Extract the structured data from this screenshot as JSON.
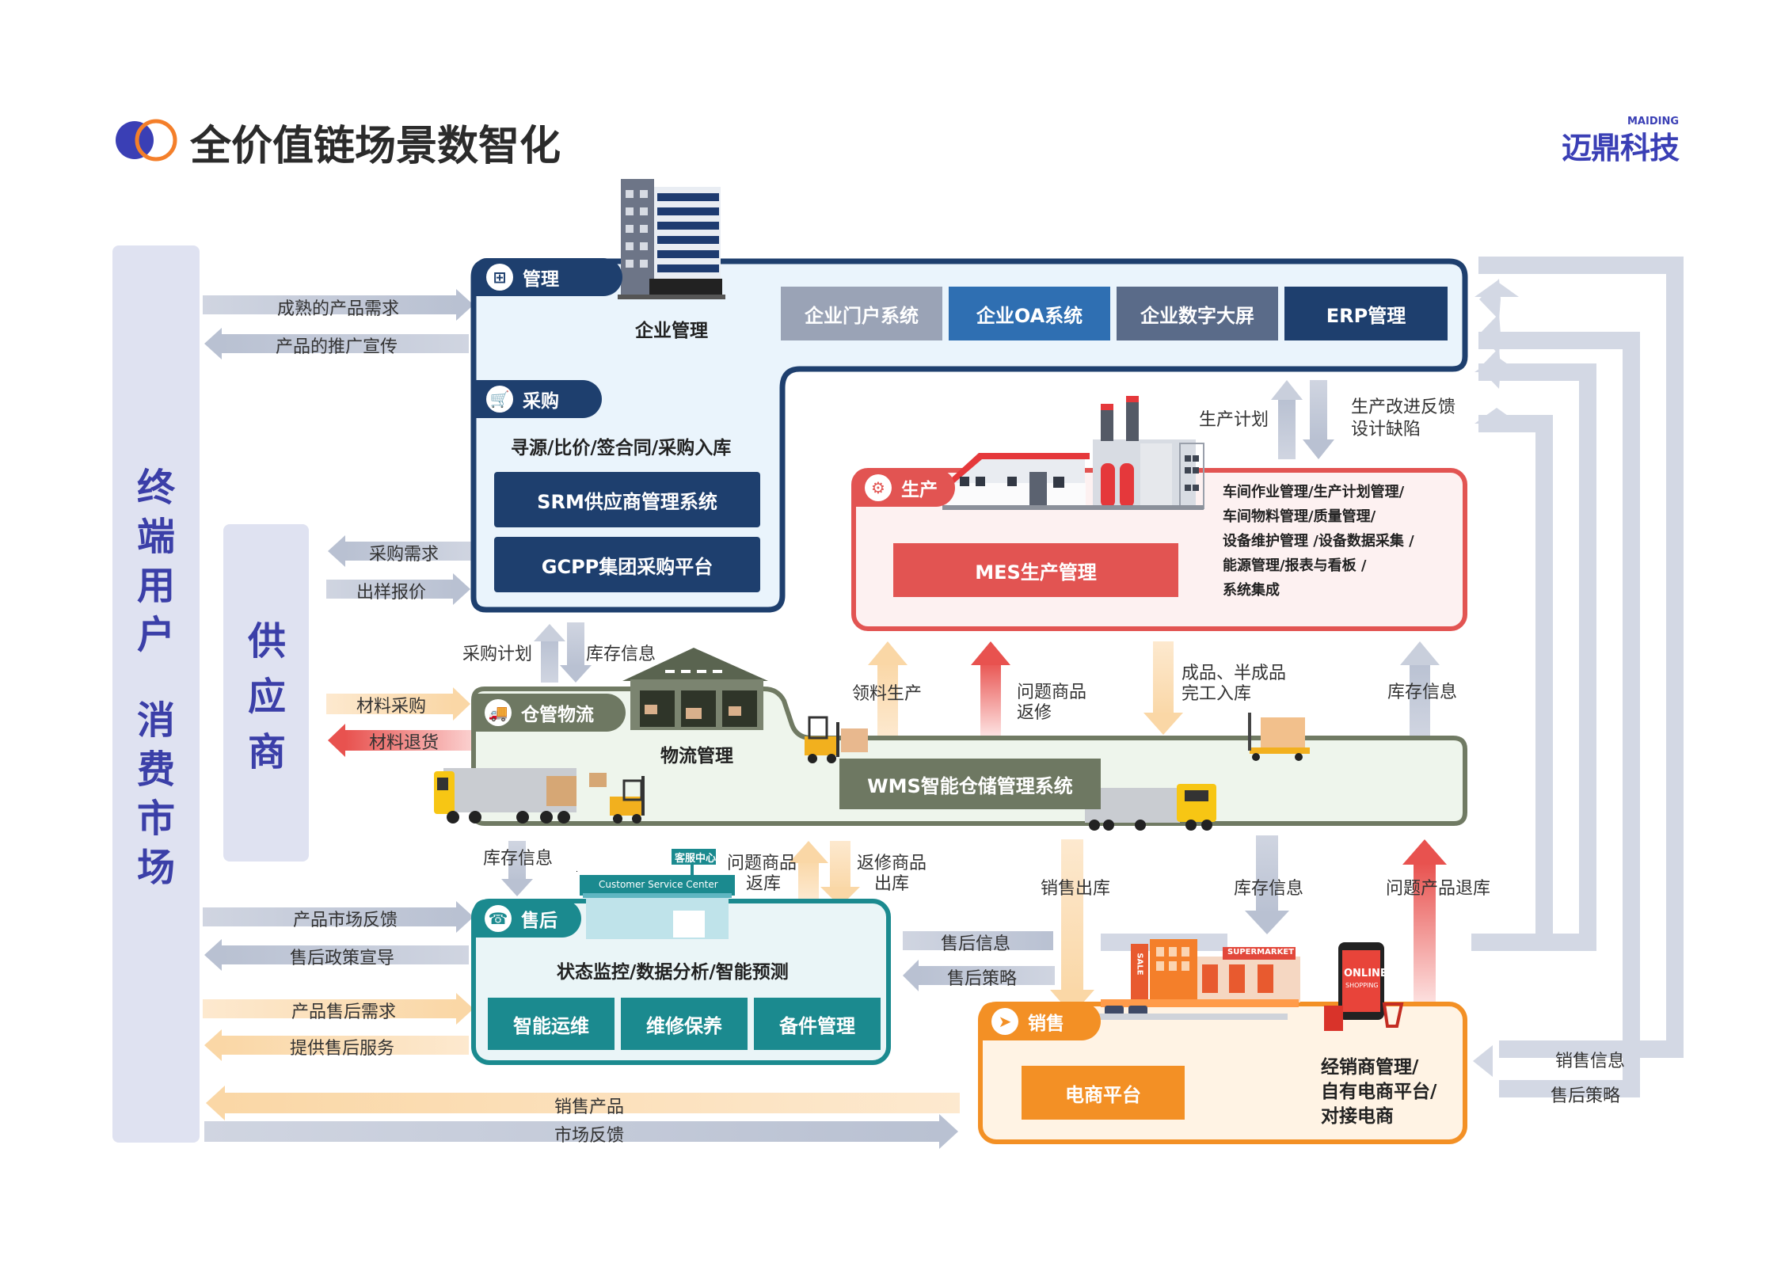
{
  "header": {
    "title": "全价值链场景数智化",
    "logo_brand": "迈鼎科技",
    "logo_sub": "MAIDING",
    "colors": {
      "brand_blue": "#3a3fb5",
      "brand_orange": "#f47f2a"
    }
  },
  "side": {
    "consumer": "终端用户消费市场",
    "supplier": "供应商"
  },
  "management": {
    "tag": "管理",
    "title": "企业管理",
    "systems": [
      "企业门户系统",
      "企业OA系统",
      "企业数字大屏",
      "ERP管理"
    ]
  },
  "procurement": {
    "tag": "采购",
    "title": "寻源/比价/签合同/采购入库",
    "systems": [
      "SRM供应商管理系统",
      "GCPP集团采购平台"
    ]
  },
  "production": {
    "tag": "生产",
    "system": "MES生产管理",
    "features": [
      "车间作业管理/生产计划管理/",
      "车间物料管理/质量管理/",
      "设备维护管理 /设备数据采集 /",
      "能源管理/报表与看板 /",
      "系统集成"
    ]
  },
  "warehouse": {
    "tag": "仓管物流",
    "title": "物流管理",
    "system": "WMS智能仓储管理系统"
  },
  "aftersales": {
    "tag": "售后",
    "title": "状态监控/数据分析/智能预测",
    "systems": [
      "智能运维",
      "维修保养",
      "备件管理"
    ],
    "sign": "客服中心",
    "sign_en": "Customer Service Center"
  },
  "sales": {
    "tag": "销售",
    "system": "电商平台",
    "features": [
      "经销商管理/",
      "自有电商平台/",
      "对接电商"
    ],
    "store_sign": "SUPERMARKET",
    "sale_sign": "SALE",
    "phone_text": "ONLINE",
    "phone_sub": "SHOPPING"
  },
  "arrows": {
    "a1": "成熟的产品需求",
    "a2": "产品的推广宣传",
    "a3": "采购需求",
    "a4": "出样报价",
    "a5": "材料采购",
    "a6": "材料退货",
    "a7": "采购计划",
    "a8": "库存信息",
    "a9": "生产计划",
    "a10": "生产改进反馈",
    "a10b": "设计缺陷",
    "a11": "领料生产",
    "a12": "问题商品",
    "a12b": "返修",
    "a13": "成品、半成品",
    "a13b": "完工入库",
    "a14": "库存信息",
    "a15": "库存信息",
    "a16": "问题商品",
    "a16b": "返库",
    "a17": "返修商品",
    "a17b": "出库",
    "a18": "销售出库",
    "a19": "库存信息",
    "a20": "问题产品退库",
    "a21": "产品市场反馈",
    "a22": "售后政策宣导",
    "a23": "产品售后需求",
    "a24": "提供售后服务",
    "a25": "售后信息",
    "a26": "售后策略",
    "a27": "销售产品",
    "a28": "市场反馈",
    "a29": "销售信息",
    "a30": "售后策略"
  }
}
